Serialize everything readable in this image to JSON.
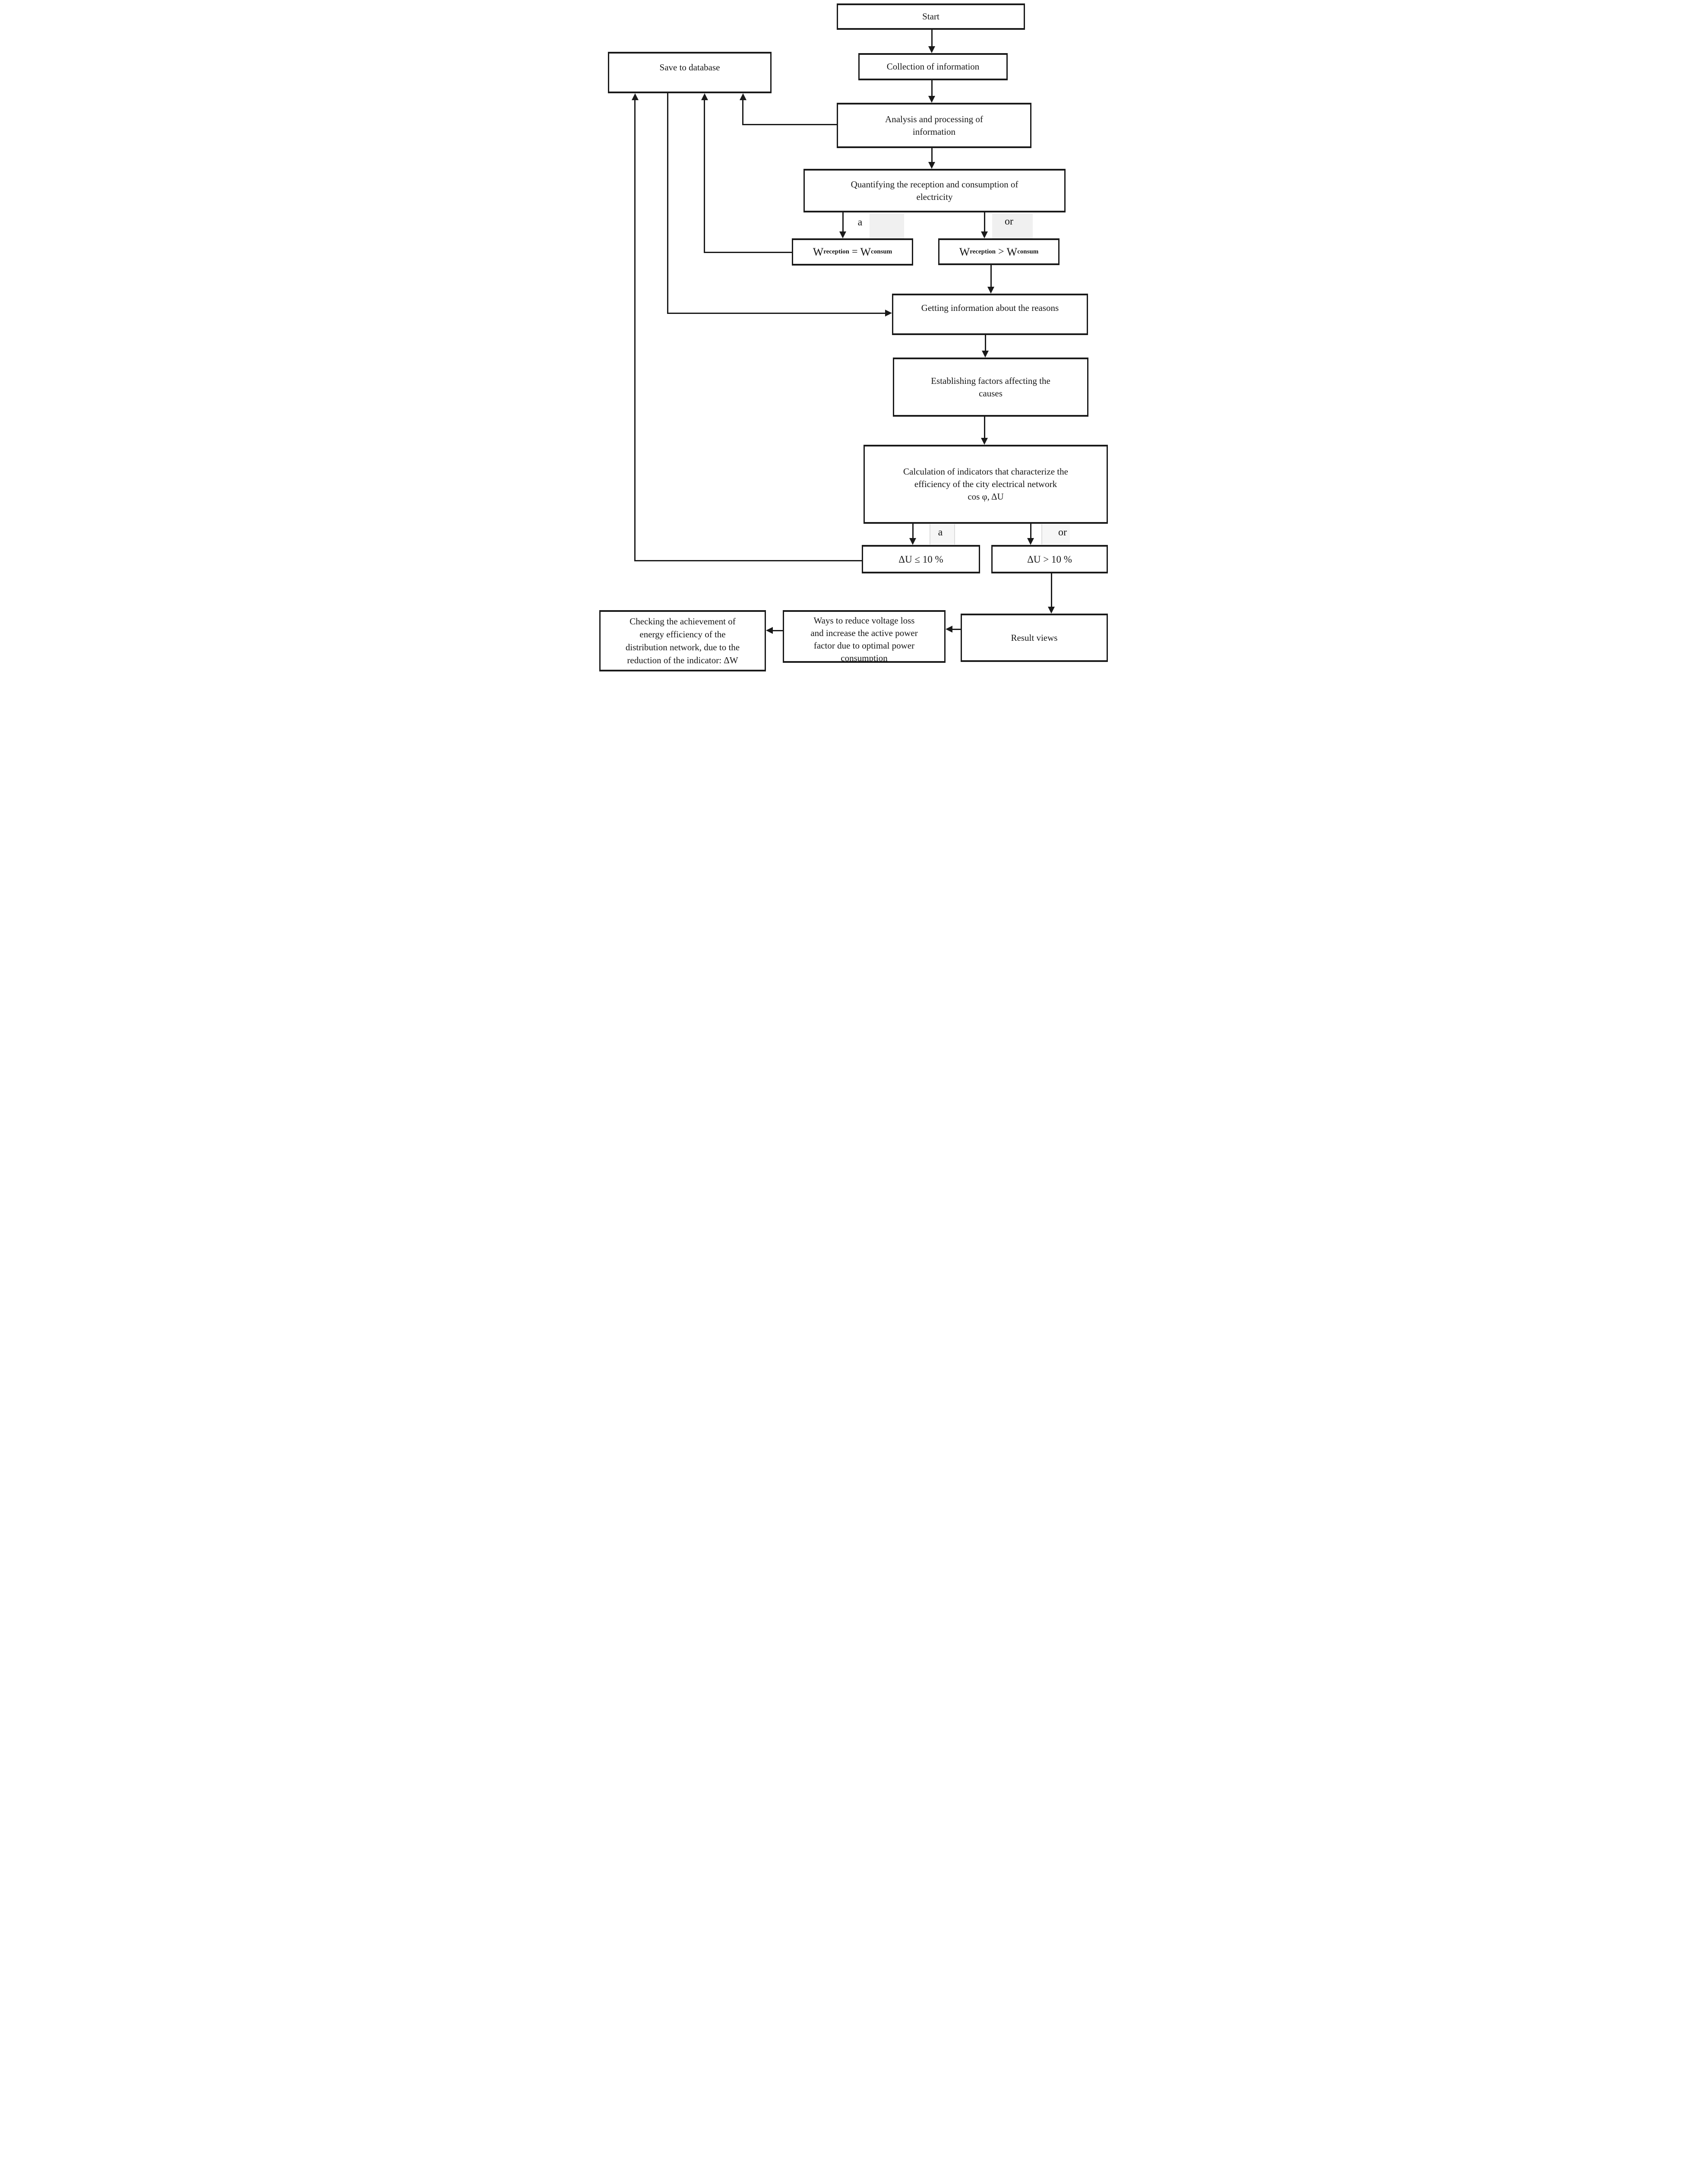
{
  "colors": {
    "ink": "#1a1a1a",
    "paper": "#ffffff",
    "artifact_fill": "#f0f0f0"
  },
  "nodes": {
    "start": {
      "label": "Start"
    },
    "save": {
      "label": "Save to database"
    },
    "collection": {
      "label": "Collection of information"
    },
    "analysis": {
      "label": "Analysis and processing of\ninformation"
    },
    "quantifying": {
      "label": "Quantifying the reception and consumption of\nelectricity"
    },
    "w_eq": {
      "w1": "W",
      "sub1": "reception",
      "op": "=",
      "w2": "W",
      "sub2": "consum"
    },
    "w_gt": {
      "w1": "W",
      "sub1": "reception",
      "op": ">",
      "w2": "W",
      "sub2": "consum"
    },
    "getting": {
      "label": "Getting information about the reasons"
    },
    "establishing": {
      "label": "Establishing factors affecting the\ncauses"
    },
    "calculation": {
      "line1": "Calculation of indicators that characterize the\nefficiency of the city electrical network",
      "line2": "cos φ, ΔU"
    },
    "du_le": {
      "label": "ΔU ≤ 10 %"
    },
    "du_gt": {
      "label": "ΔU > 10 %"
    },
    "result": {
      "label": "Result views"
    },
    "ways": {
      "label": "Ways to reduce voltage loss\nand increase the active power\nfactor due to optimal power\nconsumption"
    },
    "checking": {
      "label": "Checking the achievement of\nenergy efficiency of the\ndistribution network, due to the\nreduction of the indicator: ΔW"
    }
  },
  "branch_labels": {
    "a1": "a",
    "or1": "or",
    "a2": "a",
    "or2": "or"
  }
}
